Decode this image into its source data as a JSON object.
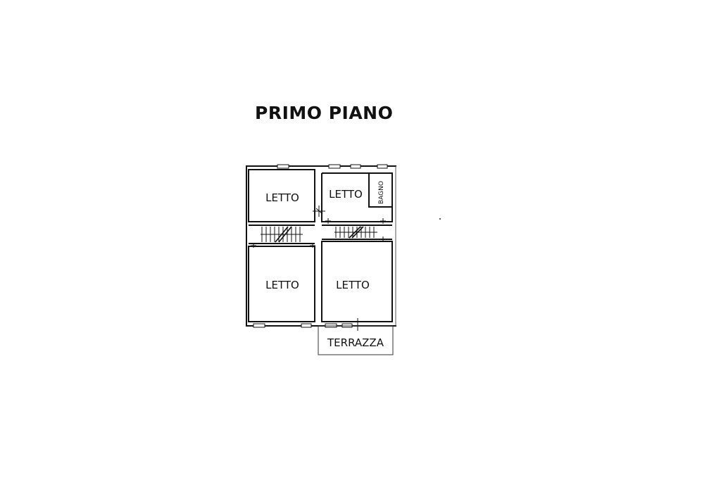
{
  "plan": {
    "title": "PRIMO PIANO",
    "rooms": {
      "bedroom_top_left": "LETTO",
      "bedroom_top_middle": "LETTO",
      "bathroom": "BAGNO",
      "bedroom_bottom_left": "LETTO",
      "bedroom_bottom_right": "LETTO",
      "terrace": "TERRAZZA"
    }
  }
}
